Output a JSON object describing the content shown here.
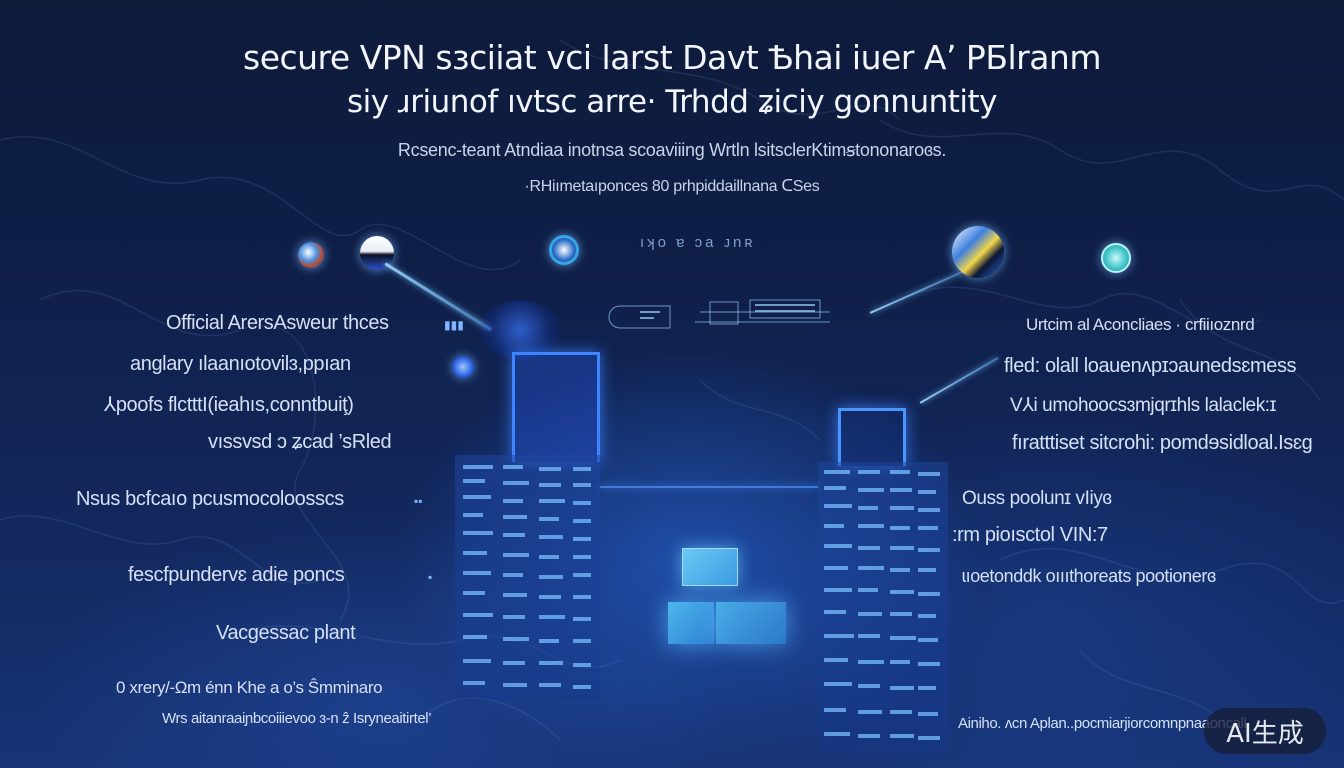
{
  "poster": {
    "title_line1": "secure VPN sɜciiat vci larst Davt Ѣhai iuer  A’ PБlranm",
    "title_line2": "siy ɹriunof ıvtsc arre· Trhdd ʑiciy gonnuntity",
    "subtitle_line1": "Rcsenc-teant Atndiaa inotnsa scoaviiing Wrtln lsitsclerKtimꞩtononaroɞs.",
    "subtitle_line2": "·RHiımetaıponces 80 prhpiddaillnana ᑕSes",
    "hud_label": "ıʞo ɐ ɔa ᴊnʀ"
  },
  "left_features": [
    "Official ArersAsweur thces",
    "anglary ılaanıotovilɜ,ppıan",
    "⅄poofs flctttI(ieahıs,conntbuiţ)",
    "vıssvsd ɔ ʑcad ’sRled",
    "Nsus bcfcaıo pcusmocoloosscs",
    "fescfpundervɛ adie poncs",
    "Vacgessac plant",
    "0  xrery/-Ωm énn Khe a o’s Ŝmminaro",
    "Wrs aitanraaiɲbcoiiievoo ɜ-n ẑ Isryneaitirtel’"
  ],
  "right_features": [
    "Urtcim al Aconcliaes · crfiiıoznrd",
    "fled: olall loauenʌpɪɔaunedsɛmess",
    "V⅄i umohoocsɜmjqrɪhls lalaclek:ɪ",
    "fıratttiset sitcrohi: pomdɘsidloal.Isɛg",
    "Ouss poolunɪ vIiyɞ",
    ":rm pioısctol VIN:7",
    "ɩıoetonddk  oıııthoreats pootionerɞ",
    "Ainiho. ʌcn Aplan..pocmiarjiorcomnpnaaoncall"
  ],
  "nodes": [
    {
      "name": "globe-node-1",
      "color": "#3b78c8"
    },
    {
      "name": "globe-node-2",
      "color": "#e9eef6"
    },
    {
      "name": "globe-node-3",
      "color": "#2d8bd8"
    },
    {
      "name": "globe-node-4",
      "color": "#f2d64a"
    },
    {
      "name": "globe-node-5",
      "color": "#38c1c8"
    }
  ],
  "badge": {
    "label": "AI生成"
  },
  "colors": {
    "background_top": "#0d1a3a",
    "background_bottom": "#173476",
    "accent_blue": "#3f84ff",
    "glow_cyan": "#6cc9f5",
    "text": "#dbe6f7"
  }
}
